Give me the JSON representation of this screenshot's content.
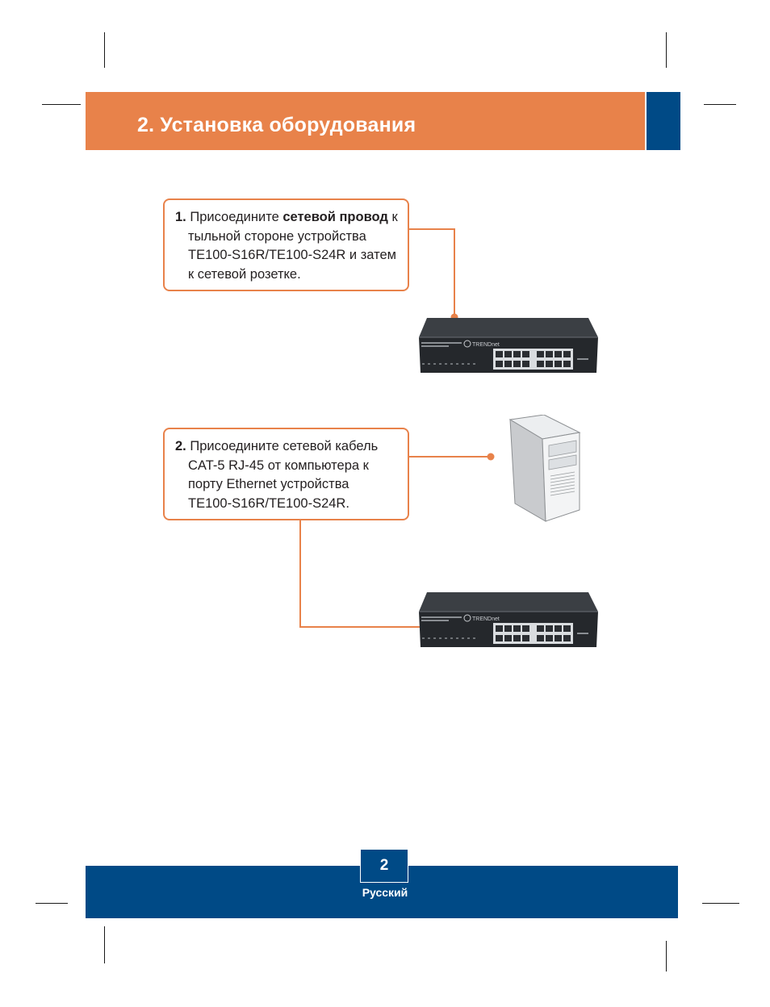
{
  "header": {
    "title": "2. Установка оборудования"
  },
  "steps": [
    {
      "number": "1.",
      "text_before": "Присоедините ",
      "text_bold": "сетевой провод",
      "text_after": " к",
      "lines": [
        "тыльной стороне устройства",
        "TE100-S16R/TE100-S24R и затем",
        "к сетевой розетке."
      ]
    },
    {
      "number": "2.",
      "first_line": "Присоедините сетевой кабель",
      "lines": [
        "CAT-5 RJ-45 от компьютера к",
        "порту Ethernet устройства",
        "TE100-S16R/TE100-S24R."
      ]
    }
  ],
  "devices": {
    "switch_brand": "TRENDnet"
  },
  "footer": {
    "page_number": "2",
    "language": "Русский"
  },
  "colors": {
    "accent_orange": "#e8824a",
    "brand_blue": "#004a86"
  }
}
